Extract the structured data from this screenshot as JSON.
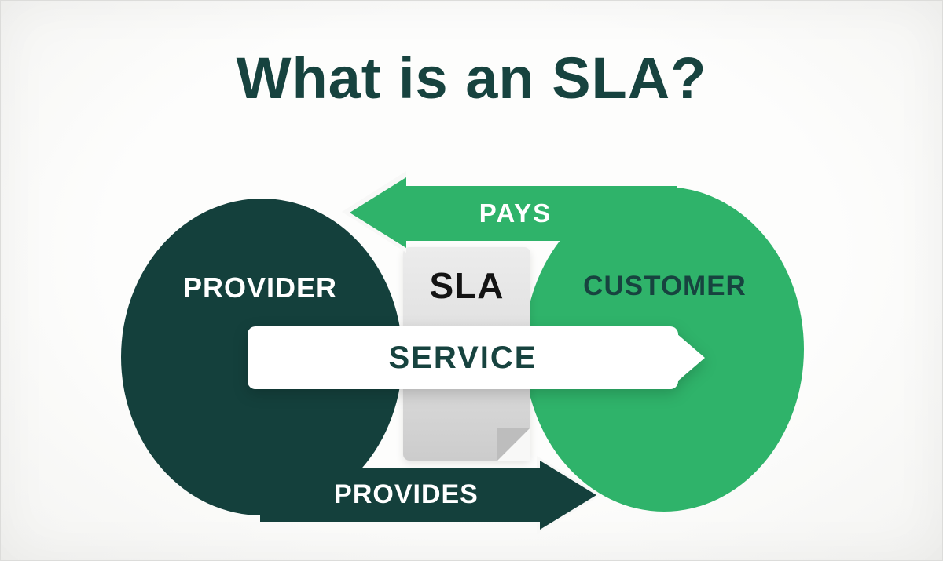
{
  "title": "What is an SLA?",
  "diagram": {
    "provider": "PROVIDER",
    "customer": "CUSTOMER",
    "pays": "PAYS",
    "provides": "PROVIDES",
    "service": "SERVICE",
    "sla": "SLA"
  },
  "colors": {
    "dark_teal": "#14403c",
    "green": "#2fb36a",
    "background": "#f8f8f7",
    "document_gray": "#d9d9d9",
    "heading_teal": "#17433f",
    "label_white": "#ffffff"
  }
}
